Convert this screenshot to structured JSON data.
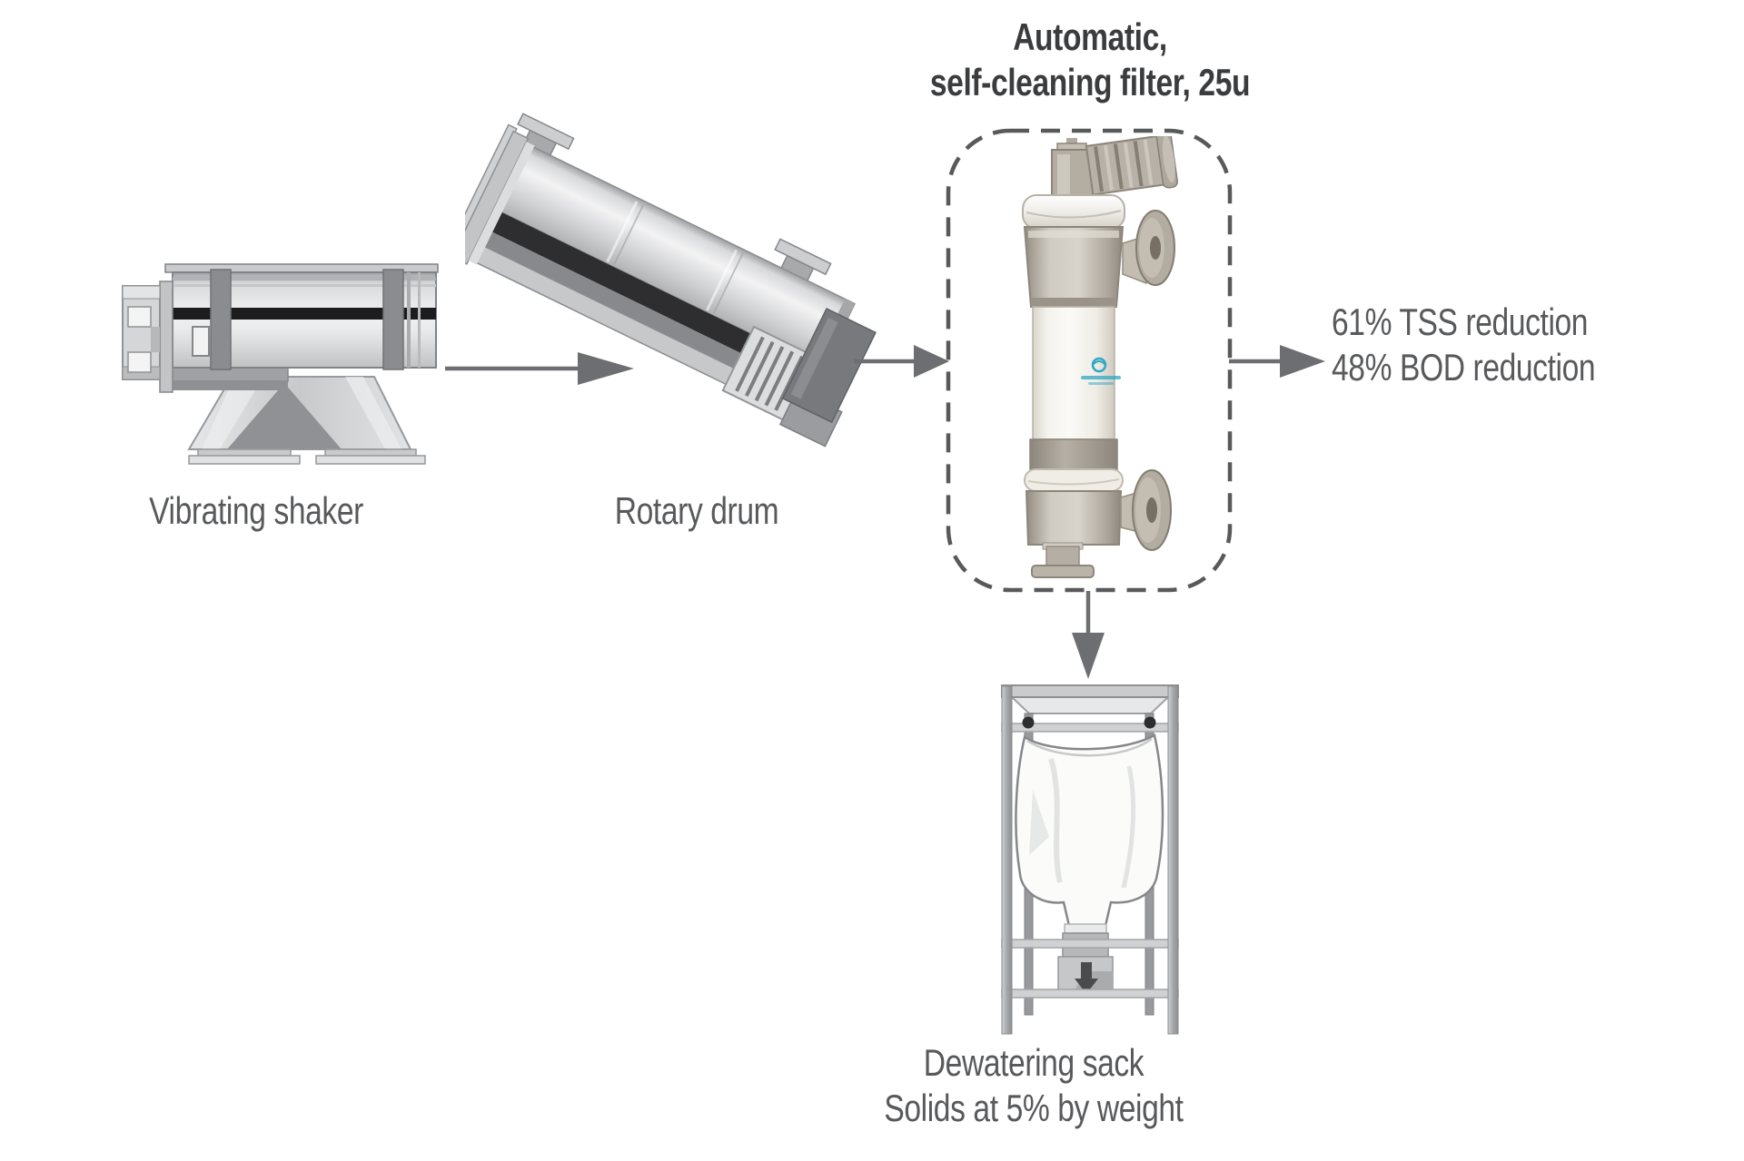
{
  "diagram": {
    "filter_title": {
      "line1": "Automatic,",
      "line2": "self-cleaning filter, 25u"
    },
    "stages": {
      "vibrating_shaker": {
        "label": "Vibrating shaker"
      },
      "rotary_drum": {
        "label": "Rotary drum"
      },
      "self_cleaning_filter": {
        "label_icon": "filter-vessel-with-motor"
      },
      "dewatering_sack": {
        "label": "Dewatering sack",
        "sublabel": "Solids at 5% by weight"
      }
    },
    "outputs": {
      "tss": "61% TSS reduction",
      "bod": "48% BOD reduction"
    },
    "flow": [
      "vibrating-shaker -> rotary-drum",
      "rotary-drum -> self-cleaning-filter",
      "self-cleaning-filter -> reduction-results",
      "self-cleaning-filter -> dewatering-sack"
    ],
    "colors": {
      "text": "#58595b",
      "title": "#3b3c3e",
      "arrow": "#6d6e71",
      "dashed_border": "#58595b",
      "brand_accent_teal": "#2fa8c5",
      "machine_gray_light": "#e8e9ea",
      "machine_gray_dark": "#808285",
      "filter_metal_warm": "#b3ada3"
    }
  }
}
